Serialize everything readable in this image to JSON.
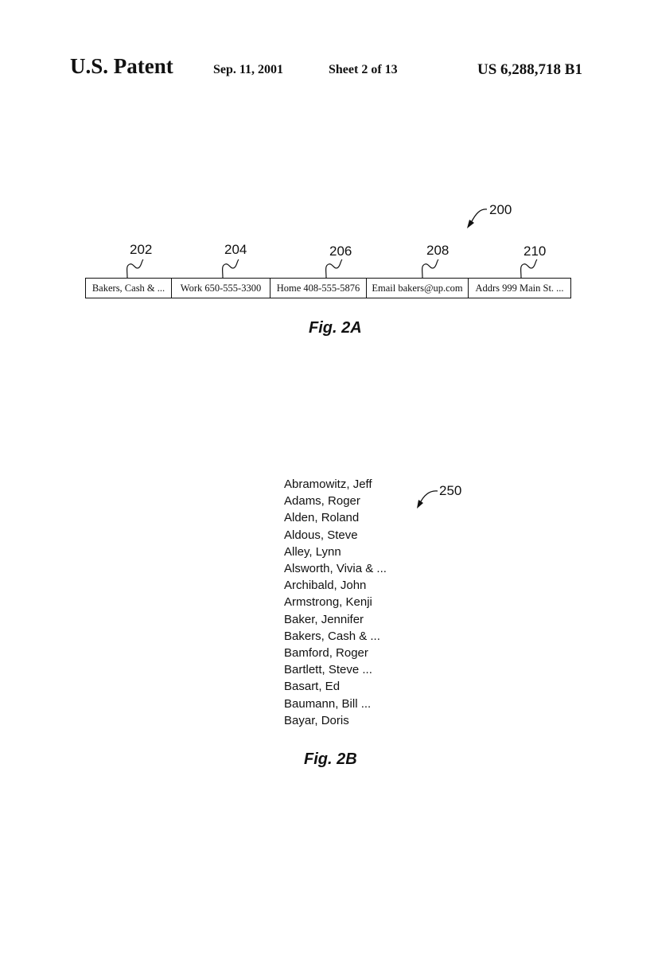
{
  "header": {
    "title": "U.S. Patent",
    "date": "Sep. 11, 2001",
    "sheet": "Sheet 2 of 13",
    "patent_number": "US 6,288,718 B1"
  },
  "fig_2a": {
    "ref_main": "200",
    "cells": [
      {
        "ref": "202",
        "text": "Bakers, Cash & ..."
      },
      {
        "ref": "204",
        "text": "Work  650-555-3300"
      },
      {
        "ref": "206",
        "text": "Home  408-555-5876"
      },
      {
        "ref": "208",
        "text": "Email bakers@up.com"
      },
      {
        "ref": "210",
        "text": "Addrs 999 Main St. ..."
      }
    ],
    "caption": "Fig. 2A"
  },
  "fig_2b": {
    "ref_main": "250",
    "names": [
      "Abramowitz, Jeff",
      "Adams, Roger",
      "Alden, Roland",
      "Aldous, Steve",
      "Alley, Lynn",
      "Alsworth, Vivia & ...",
      "Archibald, John",
      "Armstrong, Kenji",
      "Baker, Jennifer",
      "Bakers, Cash & ...",
      "Bamford, Roger",
      "Bartlett, Steve ...",
      "Basart, Ed",
      "Baumann, Bill ...",
      "Bayar, Doris"
    ],
    "caption": "Fig. 2B"
  }
}
